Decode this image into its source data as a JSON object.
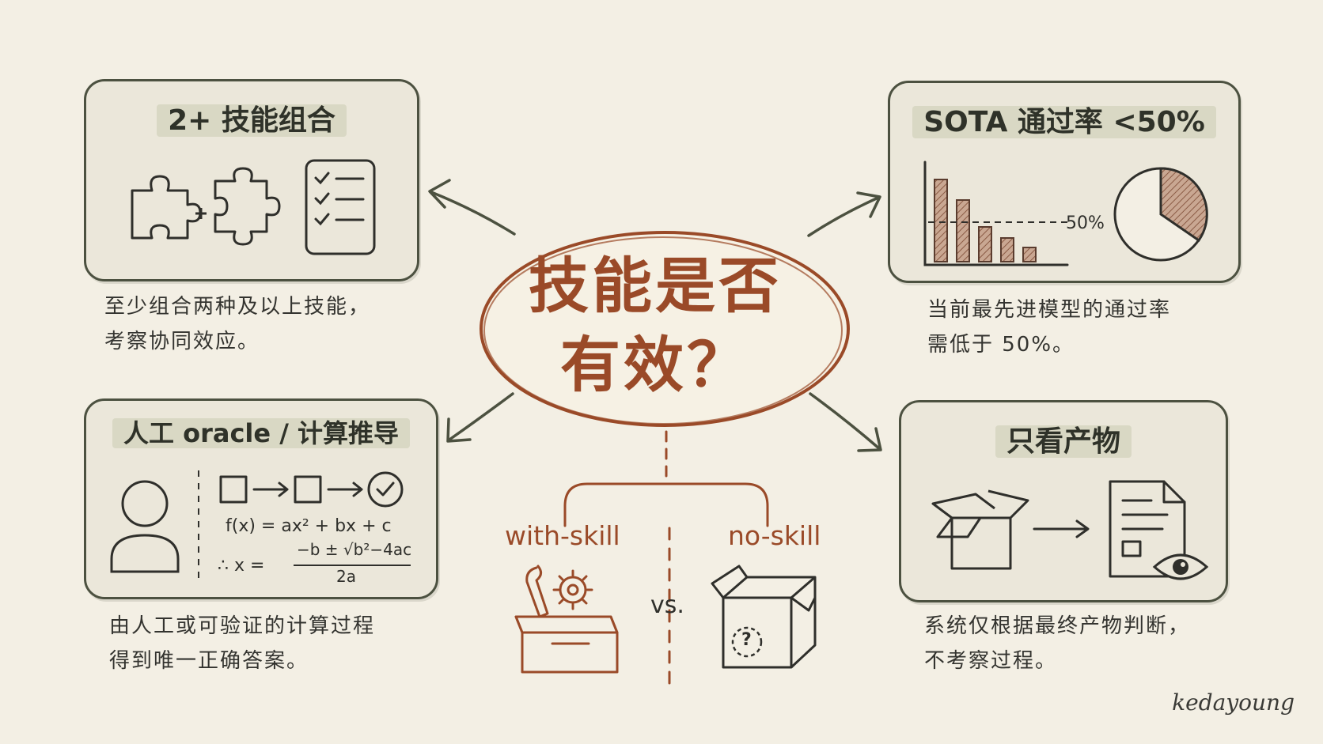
{
  "center": {
    "line1": "技能是否",
    "line2": "有效？"
  },
  "top_left": {
    "title": "2+ 技能组合",
    "caption_line1": "至少组合两种及以上技能，",
    "caption_line2": "考察协同效应。"
  },
  "top_right": {
    "title": "SOTA 通过率 <50%",
    "chart_label": "50%",
    "caption_line1": "当前最先进模型的通过率",
    "caption_line2": "需低于 50%。"
  },
  "bottom_left": {
    "title": "人工 oracle / 计算推导",
    "formula1": "f(x) = ax² + bx + c",
    "formula2_prefix": "∴  x =",
    "formula2_num": "−b ± √b²−4ac",
    "formula2_den": "2a",
    "caption_line1": "由人工或可验证的计算过程",
    "caption_line2": "得到唯一正确答案。"
  },
  "bottom_right": {
    "title": "只看产物",
    "caption_line1": "系统仅根据最终产物判断，",
    "caption_line2": "不考察过程。"
  },
  "compare": {
    "with_skill": "with-skill",
    "no_skill": "no-skill",
    "vs": "vs."
  },
  "signature": "kedayoung",
  "colors": {
    "accent": "#9a4a28",
    "ink": "#2f2f2b",
    "card_border": "#4c5140",
    "background": "#f3efe4"
  },
  "icons": [
    "puzzle-icon",
    "checklist-icon",
    "bar-chart-icon",
    "pie-chart-icon",
    "person-icon",
    "check-circle-icon",
    "toolbox-icon",
    "mystery-box-icon",
    "open-box-icon",
    "document-icon",
    "eye-icon"
  ]
}
